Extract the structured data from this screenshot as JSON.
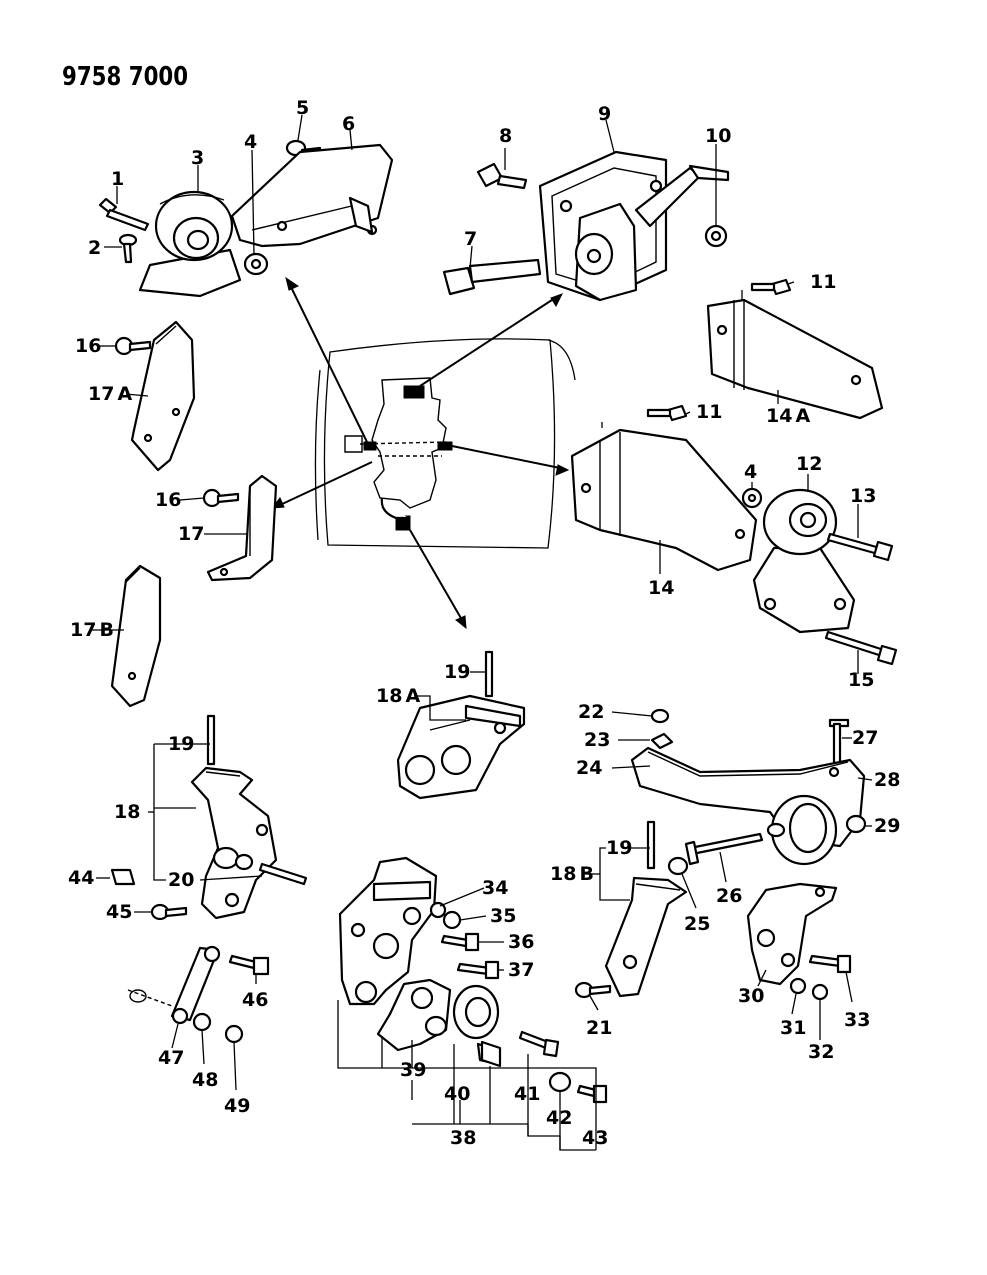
{
  "document": {
    "number": "9758 7000"
  },
  "callouts": [
    {
      "id": "c1",
      "text": "1"
    },
    {
      "id": "c2",
      "text": "2"
    },
    {
      "id": "c3",
      "text": "3"
    },
    {
      "id": "c4a",
      "text": "4"
    },
    {
      "id": "c5",
      "text": "5"
    },
    {
      "id": "c6",
      "text": "6"
    },
    {
      "id": "c7",
      "text": "7"
    },
    {
      "id": "c8",
      "text": "8"
    },
    {
      "id": "c9",
      "text": "9"
    },
    {
      "id": "c10",
      "text": "10"
    },
    {
      "id": "c11a",
      "text": "11"
    },
    {
      "id": "c11b",
      "text": "11"
    },
    {
      "id": "c14a",
      "text": "14",
      "suffix": "A"
    },
    {
      "id": "c14",
      "text": "14"
    },
    {
      "id": "c4b",
      "text": "4"
    },
    {
      "id": "c12",
      "text": "12"
    },
    {
      "id": "c13",
      "text": "13"
    },
    {
      "id": "c15",
      "text": "15"
    },
    {
      "id": "c16a",
      "text": "16"
    },
    {
      "id": "c17a",
      "text": "17",
      "suffix": "A"
    },
    {
      "id": "c16b",
      "text": "16"
    },
    {
      "id": "c17",
      "text": "17"
    },
    {
      "id": "c17b",
      "text": "17",
      "suffix": "B"
    },
    {
      "id": "c18a",
      "text": "18",
      "suffix": "A"
    },
    {
      "id": "c19a",
      "text": "19"
    },
    {
      "id": "c19b",
      "text": "19"
    },
    {
      "id": "c18",
      "text": "18"
    },
    {
      "id": "c20",
      "text": "20"
    },
    {
      "id": "c44",
      "text": "44"
    },
    {
      "id": "c45",
      "text": "45"
    },
    {
      "id": "c46",
      "text": "46"
    },
    {
      "id": "c47",
      "text": "47"
    },
    {
      "id": "c48",
      "text": "48"
    },
    {
      "id": "c49",
      "text": "49"
    },
    {
      "id": "c22",
      "text": "22"
    },
    {
      "id": "c23",
      "text": "23"
    },
    {
      "id": "c24",
      "text": "24"
    },
    {
      "id": "c27",
      "text": "27"
    },
    {
      "id": "c28",
      "text": "28"
    },
    {
      "id": "c29",
      "text": "29"
    },
    {
      "id": "c19c",
      "text": "19"
    },
    {
      "id": "c18b",
      "text": "18",
      "suffix": "B"
    },
    {
      "id": "c25",
      "text": "25"
    },
    {
      "id": "c26",
      "text": "26"
    },
    {
      "id": "c34",
      "text": "34"
    },
    {
      "id": "c35",
      "text": "35"
    },
    {
      "id": "c36",
      "text": "36"
    },
    {
      "id": "c37",
      "text": "37"
    },
    {
      "id": "c21",
      "text": "21"
    },
    {
      "id": "c30",
      "text": "30"
    },
    {
      "id": "c31",
      "text": "31"
    },
    {
      "id": "c32",
      "text": "32"
    },
    {
      "id": "c33",
      "text": "33"
    },
    {
      "id": "c39",
      "text": "39"
    },
    {
      "id": "c40",
      "text": "40"
    },
    {
      "id": "c41",
      "text": "41"
    },
    {
      "id": "c42",
      "text": "42"
    },
    {
      "id": "c43",
      "text": "43"
    },
    {
      "id": "c38",
      "text": "38"
    }
  ]
}
